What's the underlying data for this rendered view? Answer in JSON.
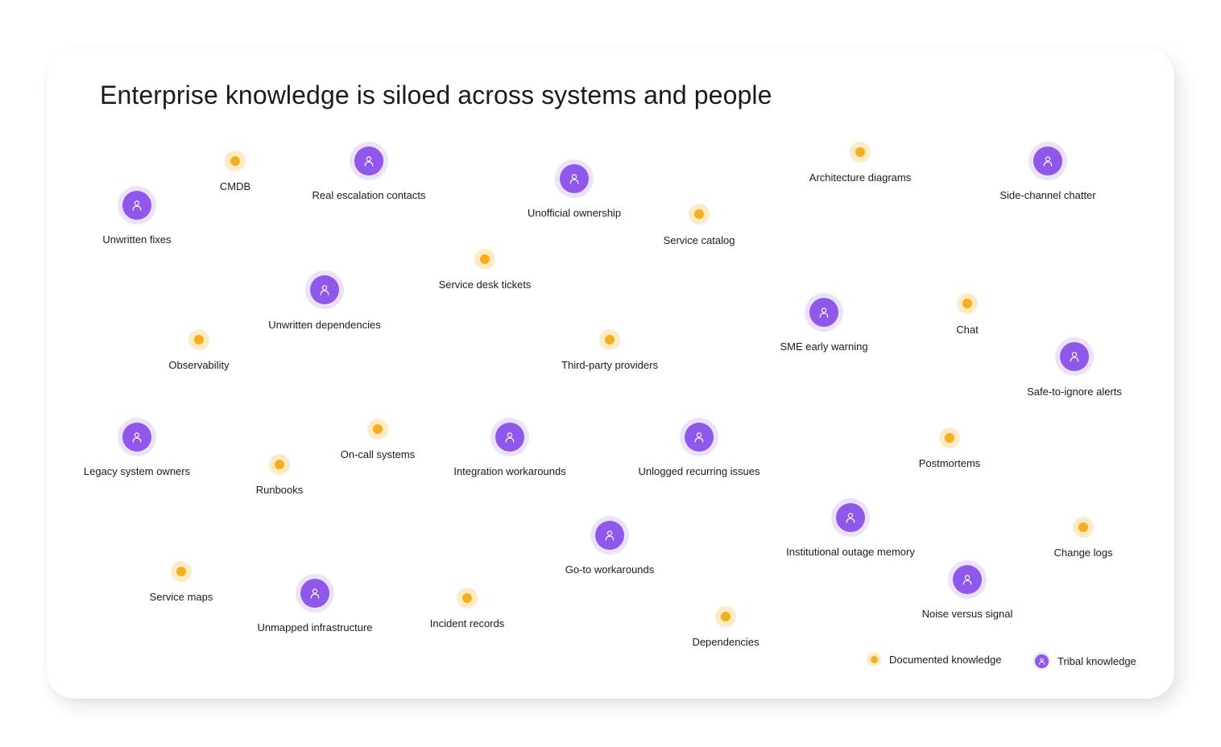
{
  "title": "Enterprise knowledge is siloed across systems and people",
  "colors": {
    "documented": "#f5ae1c",
    "documented_halo": "#fdebc6",
    "tribal": "#8f57ea",
    "tribal_halo": "#ebe3fb"
  },
  "legend": {
    "documented": "Documented knowledge",
    "tribal": "Tribal knowledge"
  },
  "icons": {
    "documented": "dot-icon",
    "tribal": "person-icon"
  },
  "nodes": [
    {
      "label": "CMDB",
      "type": "documented"
    },
    {
      "label": "Real escalation contacts",
      "type": "tribal"
    },
    {
      "label": "Unofficial ownership",
      "type": "tribal"
    },
    {
      "label": "Architecture diagrams",
      "type": "documented"
    },
    {
      "label": "Side-channel chatter",
      "type": "tribal"
    },
    {
      "label": "Unwritten fixes",
      "type": "tribal"
    },
    {
      "label": "Service catalog",
      "type": "documented"
    },
    {
      "label": "Service desk tickets",
      "type": "documented"
    },
    {
      "label": "Unwritten dependencies",
      "type": "tribal"
    },
    {
      "label": "SME early warning",
      "type": "tribal"
    },
    {
      "label": "Chat",
      "type": "documented"
    },
    {
      "label": "Observability",
      "type": "documented"
    },
    {
      "label": "Third-party providers",
      "type": "documented"
    },
    {
      "label": "Safe-to-ignore alerts",
      "type": "tribal"
    },
    {
      "label": "Legacy system owners",
      "type": "tribal"
    },
    {
      "label": "On-call systems",
      "type": "documented"
    },
    {
      "label": "Integration workarounds",
      "type": "tribal"
    },
    {
      "label": "Unlogged recurring issues",
      "type": "tribal"
    },
    {
      "label": "Postmortems",
      "type": "documented"
    },
    {
      "label": "Runbooks",
      "type": "documented"
    },
    {
      "label": "Institutional outage memory",
      "type": "tribal"
    },
    {
      "label": "Change logs",
      "type": "documented"
    },
    {
      "label": "Go-to workarounds",
      "type": "tribal"
    },
    {
      "label": "Service maps",
      "type": "documented"
    },
    {
      "label": "Unmapped infrastructure",
      "type": "tribal"
    },
    {
      "label": "Incident records",
      "type": "documented"
    },
    {
      "label": "Noise versus signal",
      "type": "tribal"
    },
    {
      "label": "Dependencies",
      "type": "documented"
    }
  ]
}
